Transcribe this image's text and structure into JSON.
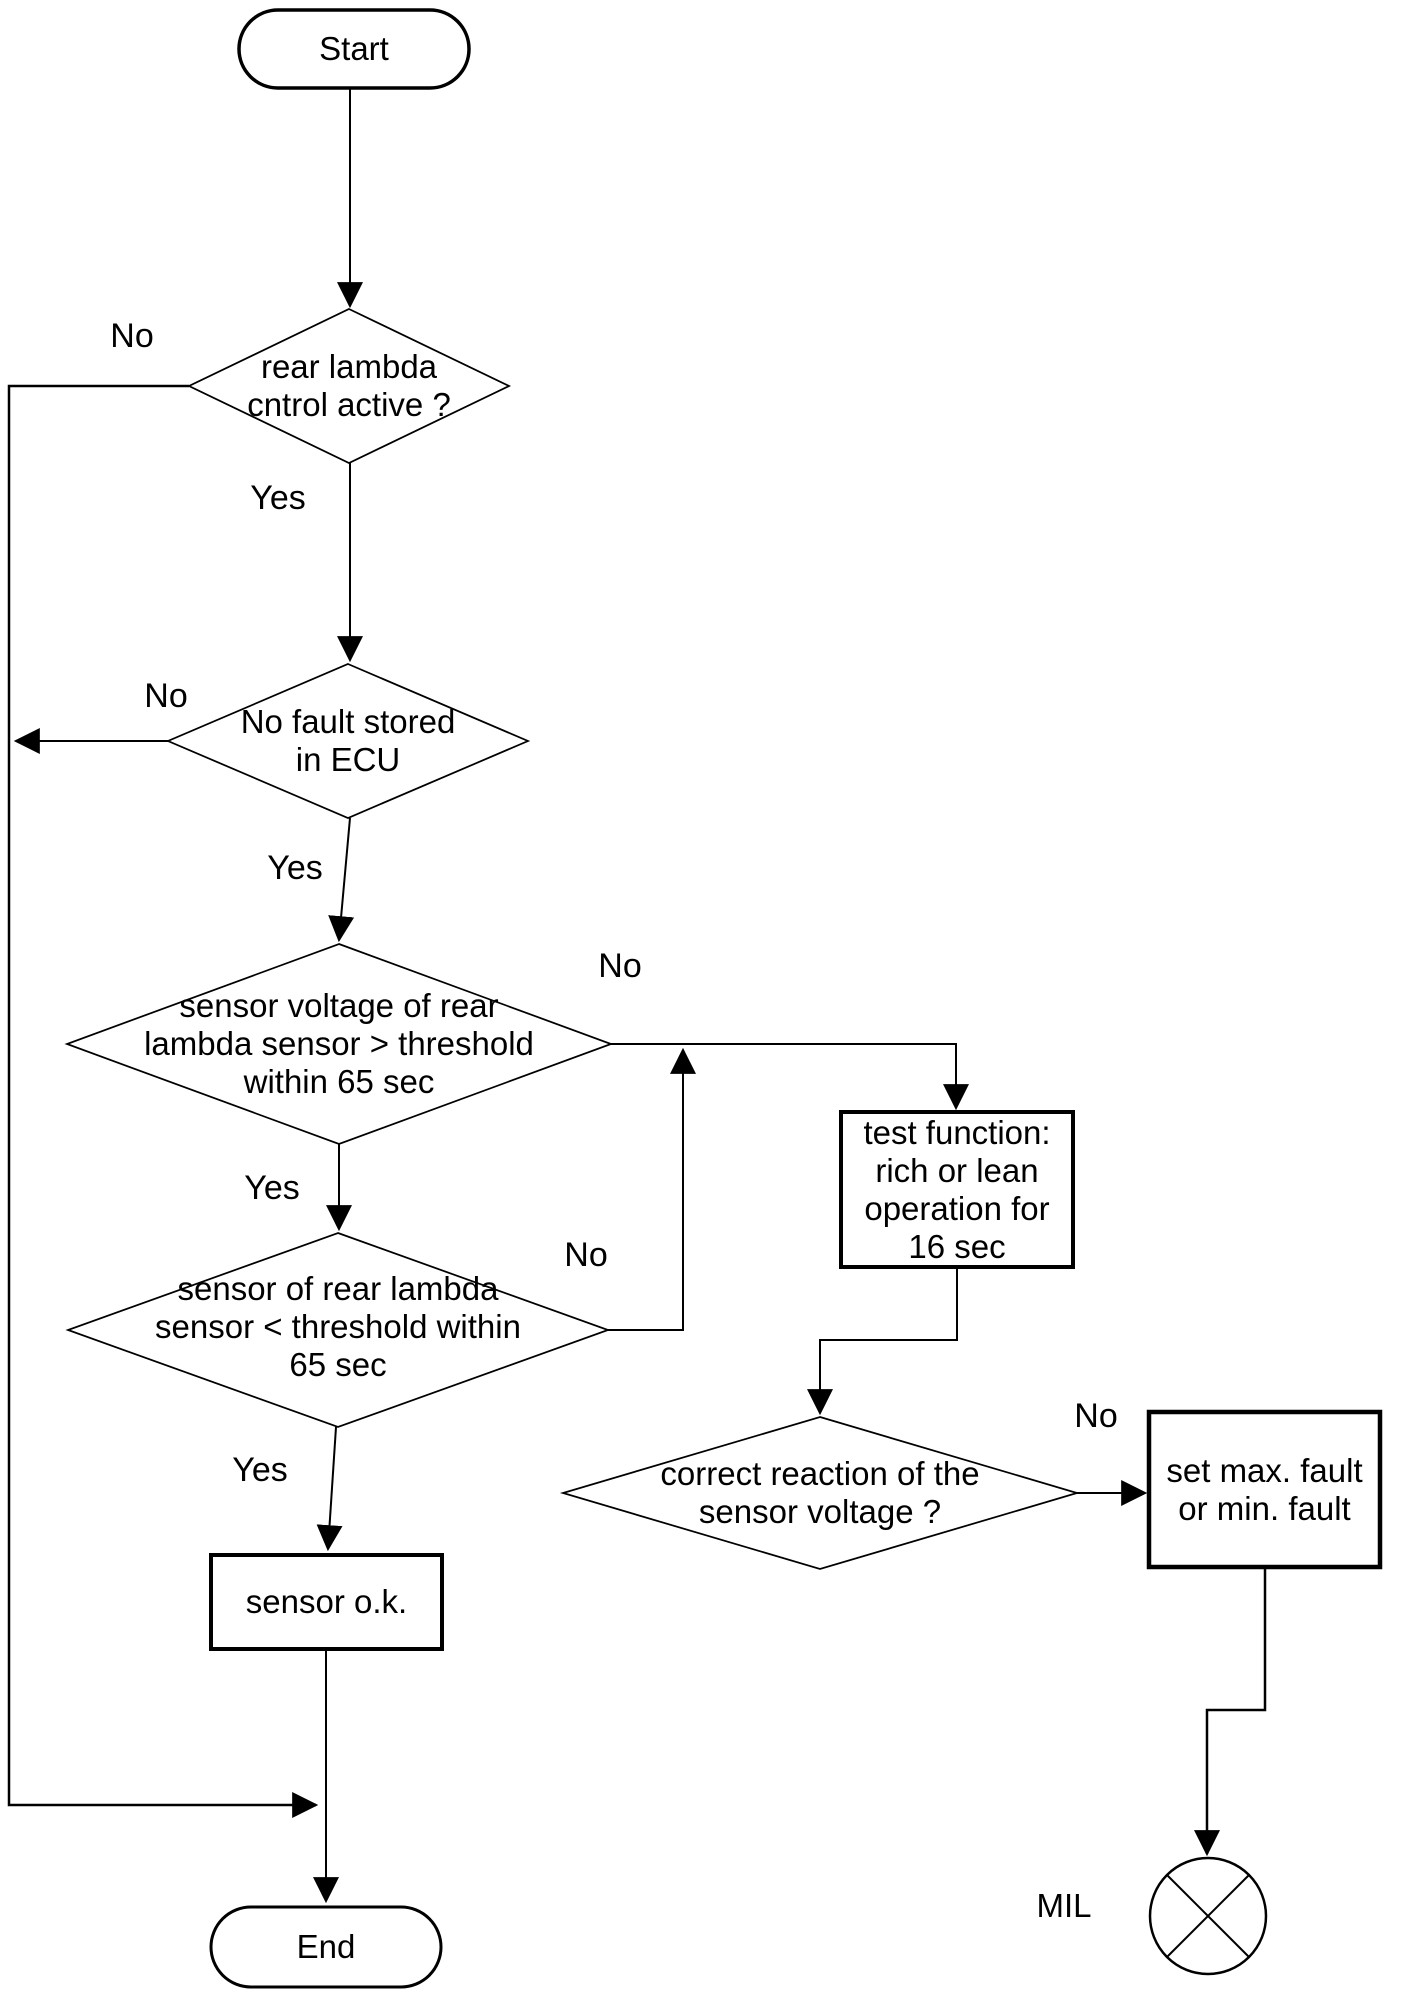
{
  "flowchart": {
    "nodes": {
      "start": "Start",
      "rear_lambda_active": "rear lambda\ncntrol active ?",
      "no_fault_stored": "No fault stored\nin ECU",
      "voltage_above_threshold": "sensor voltage of rear\nlambda sensor > threshold\nwithin 65 sec",
      "voltage_below_threshold": "sensor of rear lambda\nsensor < threshold within\n65 sec",
      "test_function": "test function:\nrich or lean\noperation for\n16 sec",
      "correct_reaction": "correct reaction  of the\nsensor voltage ?",
      "set_fault": "set max. fault\nor min. fault",
      "sensor_ok": "sensor o.k.",
      "end": "End",
      "mil": "MIL"
    },
    "branch_labels": {
      "rear_lambda_no": "No",
      "rear_lambda_yes": "Yes",
      "no_fault_no": "No",
      "no_fault_yes": "Yes",
      "above_threshold_no": "No",
      "above_threshold_yes": "Yes",
      "below_threshold_no": "No",
      "below_threshold_yes": "Yes",
      "correct_reaction_no": "No"
    },
    "colors": {
      "stroke": "#000000",
      "background": "#ffffff",
      "text": "#000000"
    }
  }
}
